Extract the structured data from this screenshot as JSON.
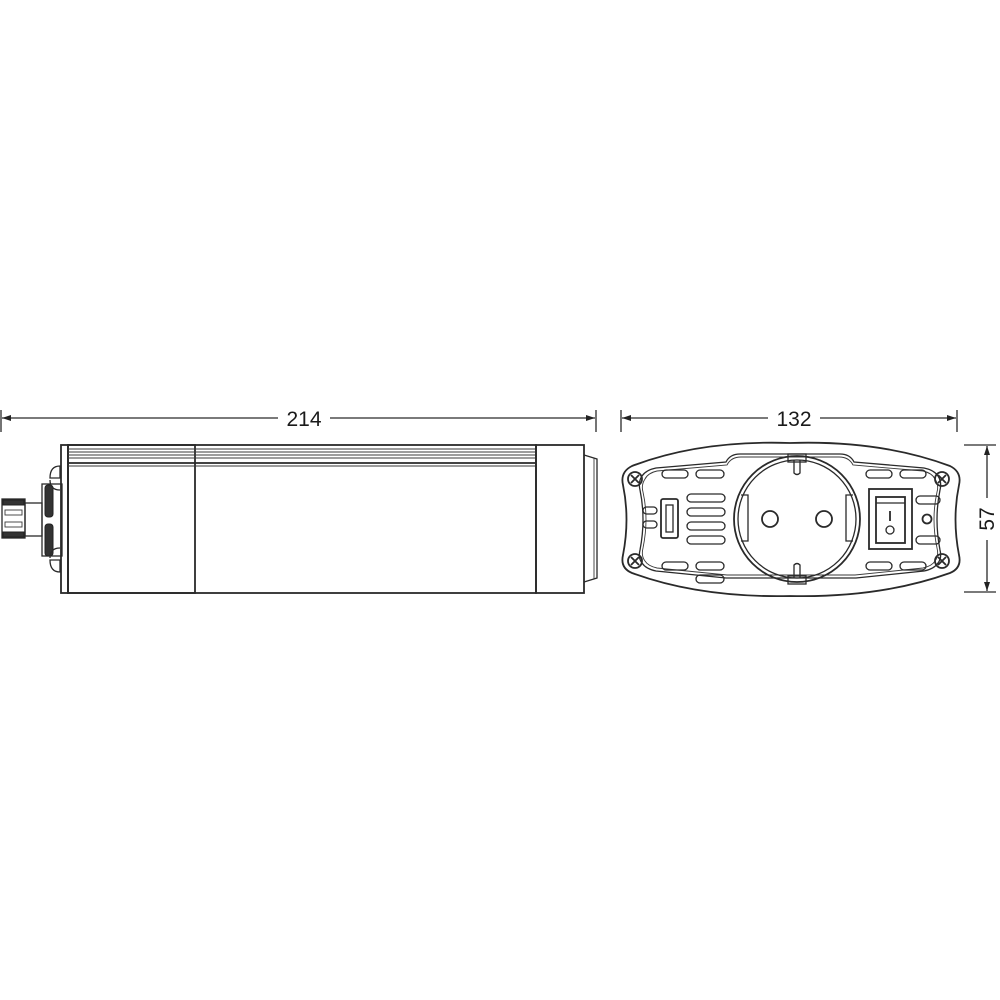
{
  "drawing": {
    "type": "technical dimension drawing",
    "subject": "power inverter (side view and front view)",
    "line_color": "#2a2a2a",
    "background": "#ffffff"
  },
  "side_view": {
    "length_dimension": "214",
    "parts": [
      "dc-input-connector",
      "housing-body",
      "cooling-fins",
      "end-cap"
    ]
  },
  "front_view": {
    "width_dimension": "132",
    "height_dimension": "57",
    "components": {
      "socket": "Schuko AC outlet",
      "usb_port": "USB-A port",
      "switch": {
        "on_symbol": "I",
        "off_symbol": "O"
      },
      "indicator": "LED indicator",
      "screws": 4
    }
  }
}
